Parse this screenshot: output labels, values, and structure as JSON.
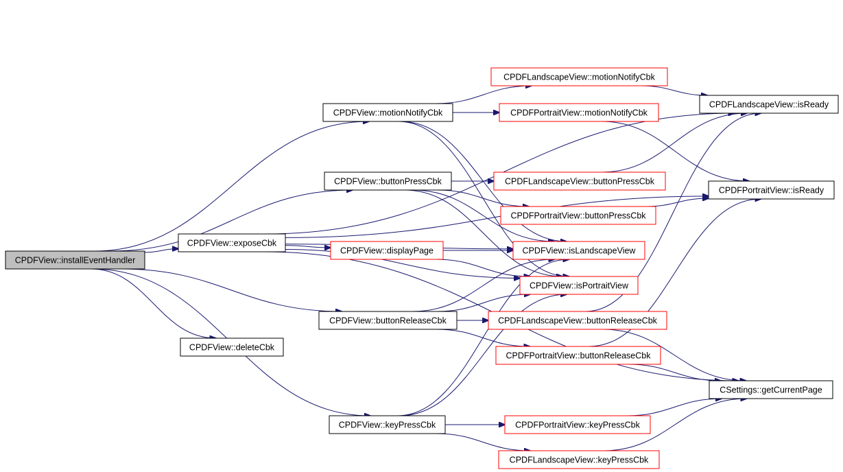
{
  "colors": {
    "edge": "#191970",
    "black_border": "#000000",
    "red_border": "#ff0000",
    "root_fill": "#bfbfbf"
  },
  "nodes": [
    {
      "id": "installEventHandler",
      "label": "CPDFView::installEventHandler",
      "border": "black",
      "root": true
    },
    {
      "id": "exposeCbk",
      "label": "CPDFView::exposeCbk",
      "border": "black"
    },
    {
      "id": "deleteCbk",
      "label": "CPDFView::deleteCbk",
      "border": "black"
    },
    {
      "id": "motionNotifyCbk",
      "label": "CPDFView::motionNotifyCbk",
      "border": "black"
    },
    {
      "id": "buttonPressCbk",
      "label": "CPDFView::buttonPressCbk",
      "border": "black"
    },
    {
      "id": "buttonReleaseCbk",
      "label": "CPDFView::buttonReleaseCbk",
      "border": "black"
    },
    {
      "id": "keyPressCbk",
      "label": "CPDFView::keyPressCbk",
      "border": "black"
    },
    {
      "id": "displayPage",
      "label": "CPDFView::displayPage",
      "border": "red"
    },
    {
      "id": "isLandscapeView",
      "label": "CPDFView::isLandscapeView",
      "border": "red"
    },
    {
      "id": "isPortraitView",
      "label": "CPDFView::isPortraitView",
      "border": "red"
    },
    {
      "id": "L_motionNotifyCbk",
      "label": "CPDFLandscapeView::motionNotifyCbk",
      "border": "red"
    },
    {
      "id": "P_motionNotifyCbk",
      "label": "CPDFPortraitView::motionNotifyCbk",
      "border": "red"
    },
    {
      "id": "L_buttonPressCbk",
      "label": "CPDFLandscapeView::buttonPressCbk",
      "border": "red"
    },
    {
      "id": "P_buttonPressCbk",
      "label": "CPDFPortraitView::buttonPressCbk",
      "border": "red"
    },
    {
      "id": "L_buttonReleaseCbk",
      "label": "CPDFLandscapeView::buttonReleaseCbk",
      "border": "red"
    },
    {
      "id": "P_buttonReleaseCbk",
      "label": "CPDFPortraitView::buttonReleaseCbk",
      "border": "red"
    },
    {
      "id": "P_keyPressCbk",
      "label": "CPDFPortraitView::keyPressCbk",
      "border": "red"
    },
    {
      "id": "L_keyPressCbk",
      "label": "CPDFLandscapeView::keyPressCbk",
      "border": "red"
    },
    {
      "id": "L_isReady",
      "label": "CPDFLandscapeView::isReady",
      "border": "black"
    },
    {
      "id": "P_isReady",
      "label": "CPDFPortraitView::isReady",
      "border": "black"
    },
    {
      "id": "getCurrentPage",
      "label": "CSettings::getCurrentPage",
      "border": "black"
    }
  ],
  "edges": [
    {
      "from": "installEventHandler",
      "to": "exposeCbk"
    },
    {
      "from": "installEventHandler",
      "to": "motionNotifyCbk"
    },
    {
      "from": "installEventHandler",
      "to": "buttonPressCbk"
    },
    {
      "from": "installEventHandler",
      "to": "buttonReleaseCbk"
    },
    {
      "from": "installEventHandler",
      "to": "deleteCbk"
    },
    {
      "from": "installEventHandler",
      "to": "keyPressCbk"
    },
    {
      "from": "exposeCbk",
      "to": "displayPage"
    },
    {
      "from": "exposeCbk",
      "to": "isLandscapeView"
    },
    {
      "from": "exposeCbk",
      "to": "isPortraitView"
    },
    {
      "from": "exposeCbk",
      "to": "L_isReady"
    },
    {
      "from": "exposeCbk",
      "to": "P_isReady"
    },
    {
      "from": "exposeCbk",
      "to": "getCurrentPage"
    },
    {
      "from": "displayPage",
      "to": "isLandscapeView"
    },
    {
      "from": "displayPage",
      "to": "isPortraitView"
    },
    {
      "from": "motionNotifyCbk",
      "to": "L_motionNotifyCbk"
    },
    {
      "from": "motionNotifyCbk",
      "to": "P_motionNotifyCbk"
    },
    {
      "from": "motionNotifyCbk",
      "to": "isLandscapeView"
    },
    {
      "from": "motionNotifyCbk",
      "to": "isPortraitView"
    },
    {
      "from": "L_motionNotifyCbk",
      "to": "L_isReady"
    },
    {
      "from": "P_motionNotifyCbk",
      "to": "P_isReady"
    },
    {
      "from": "buttonPressCbk",
      "to": "L_buttonPressCbk"
    },
    {
      "from": "buttonPressCbk",
      "to": "P_buttonPressCbk"
    },
    {
      "from": "buttonPressCbk",
      "to": "isLandscapeView"
    },
    {
      "from": "buttonPressCbk",
      "to": "isPortraitView"
    },
    {
      "from": "L_buttonPressCbk",
      "to": "L_isReady"
    },
    {
      "from": "P_buttonPressCbk",
      "to": "P_isReady"
    },
    {
      "from": "buttonReleaseCbk",
      "to": "L_buttonReleaseCbk"
    },
    {
      "from": "buttonReleaseCbk",
      "to": "P_buttonReleaseCbk"
    },
    {
      "from": "buttonReleaseCbk",
      "to": "isLandscapeView"
    },
    {
      "from": "buttonReleaseCbk",
      "to": "isPortraitView"
    },
    {
      "from": "L_buttonReleaseCbk",
      "to": "L_isReady"
    },
    {
      "from": "L_buttonReleaseCbk",
      "to": "getCurrentPage"
    },
    {
      "from": "P_buttonReleaseCbk",
      "to": "P_isReady"
    },
    {
      "from": "P_buttonReleaseCbk",
      "to": "getCurrentPage"
    },
    {
      "from": "keyPressCbk",
      "to": "P_keyPressCbk"
    },
    {
      "from": "keyPressCbk",
      "to": "L_keyPressCbk"
    },
    {
      "from": "keyPressCbk",
      "to": "isLandscapeView"
    },
    {
      "from": "keyPressCbk",
      "to": "isPortraitView"
    },
    {
      "from": "P_keyPressCbk",
      "to": "getCurrentPage"
    },
    {
      "from": "L_keyPressCbk",
      "to": "getCurrentPage"
    }
  ]
}
